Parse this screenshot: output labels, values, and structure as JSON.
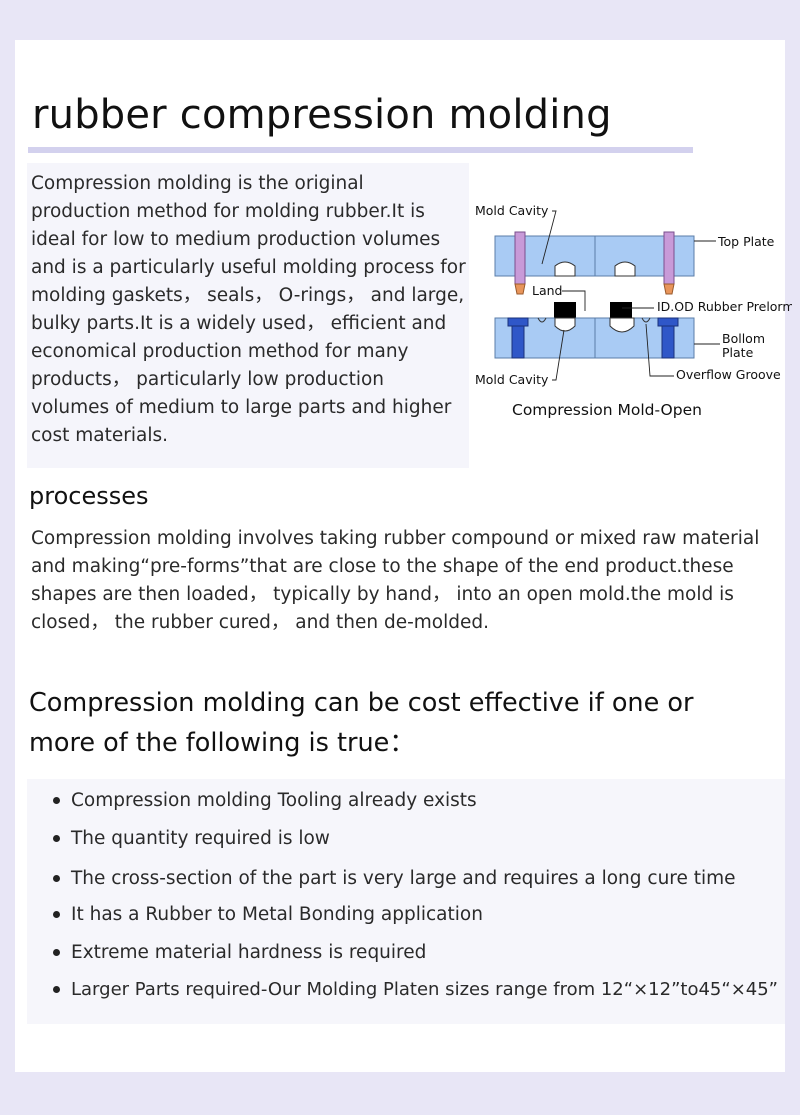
{
  "title": "rubber compression molding",
  "intro": {
    "text": "Compression molding is the original production method for molding rubber.It is ideal for low to medium production volumes and is a particularly useful molding process for molding gaskets， seals， O-rings， and large, bulky parts.It is a widely used， efficient and economical production method for many products， particularly low production volumes of medium to large parts and higher cost materials."
  },
  "diagram": {
    "labels": {
      "mold_cavity_top": "Mold Cavity",
      "top_plate": "Top Plate",
      "land": "Land",
      "preform": "ID.OD Rubber Prelorm",
      "bottom_plate_1": "Bollom",
      "bottom_plate_2": "Plate",
      "mold_cavity_bottom": "Mold Cavity",
      "overflow_groove": "Overflow Groove"
    },
    "caption": "Compression Mold-Open",
    "colors": {
      "plate": "#a9cbf4",
      "pin_top": "#c89ad8",
      "pin_tip": "#e8955b",
      "pin_bottom": "#2f57c8",
      "preform": "#000000"
    }
  },
  "processes": {
    "heading": "processes",
    "text": "Compression molding involves taking rubber compound or mixed raw material and making“pre-forms”that are close to the shape of the end product.these shapes are then loaded， typically by hand， into an open mold.the mold is closed， the rubber cured， and then de-molded."
  },
  "cost": {
    "heading": "Compression molding can be cost effective if one or more of the following is true：",
    "items": [
      "Compression molding Tooling already exists",
      "The quantity required is low",
      "The cross-section of the part is very large and requires a long cure time",
      "It has a Rubber to Metal Bonding application",
      "Extreme material hardness is required",
      "Larger Parts required-Our Molding Platen sizes range from 12“×12”to45“×45”"
    ]
  }
}
